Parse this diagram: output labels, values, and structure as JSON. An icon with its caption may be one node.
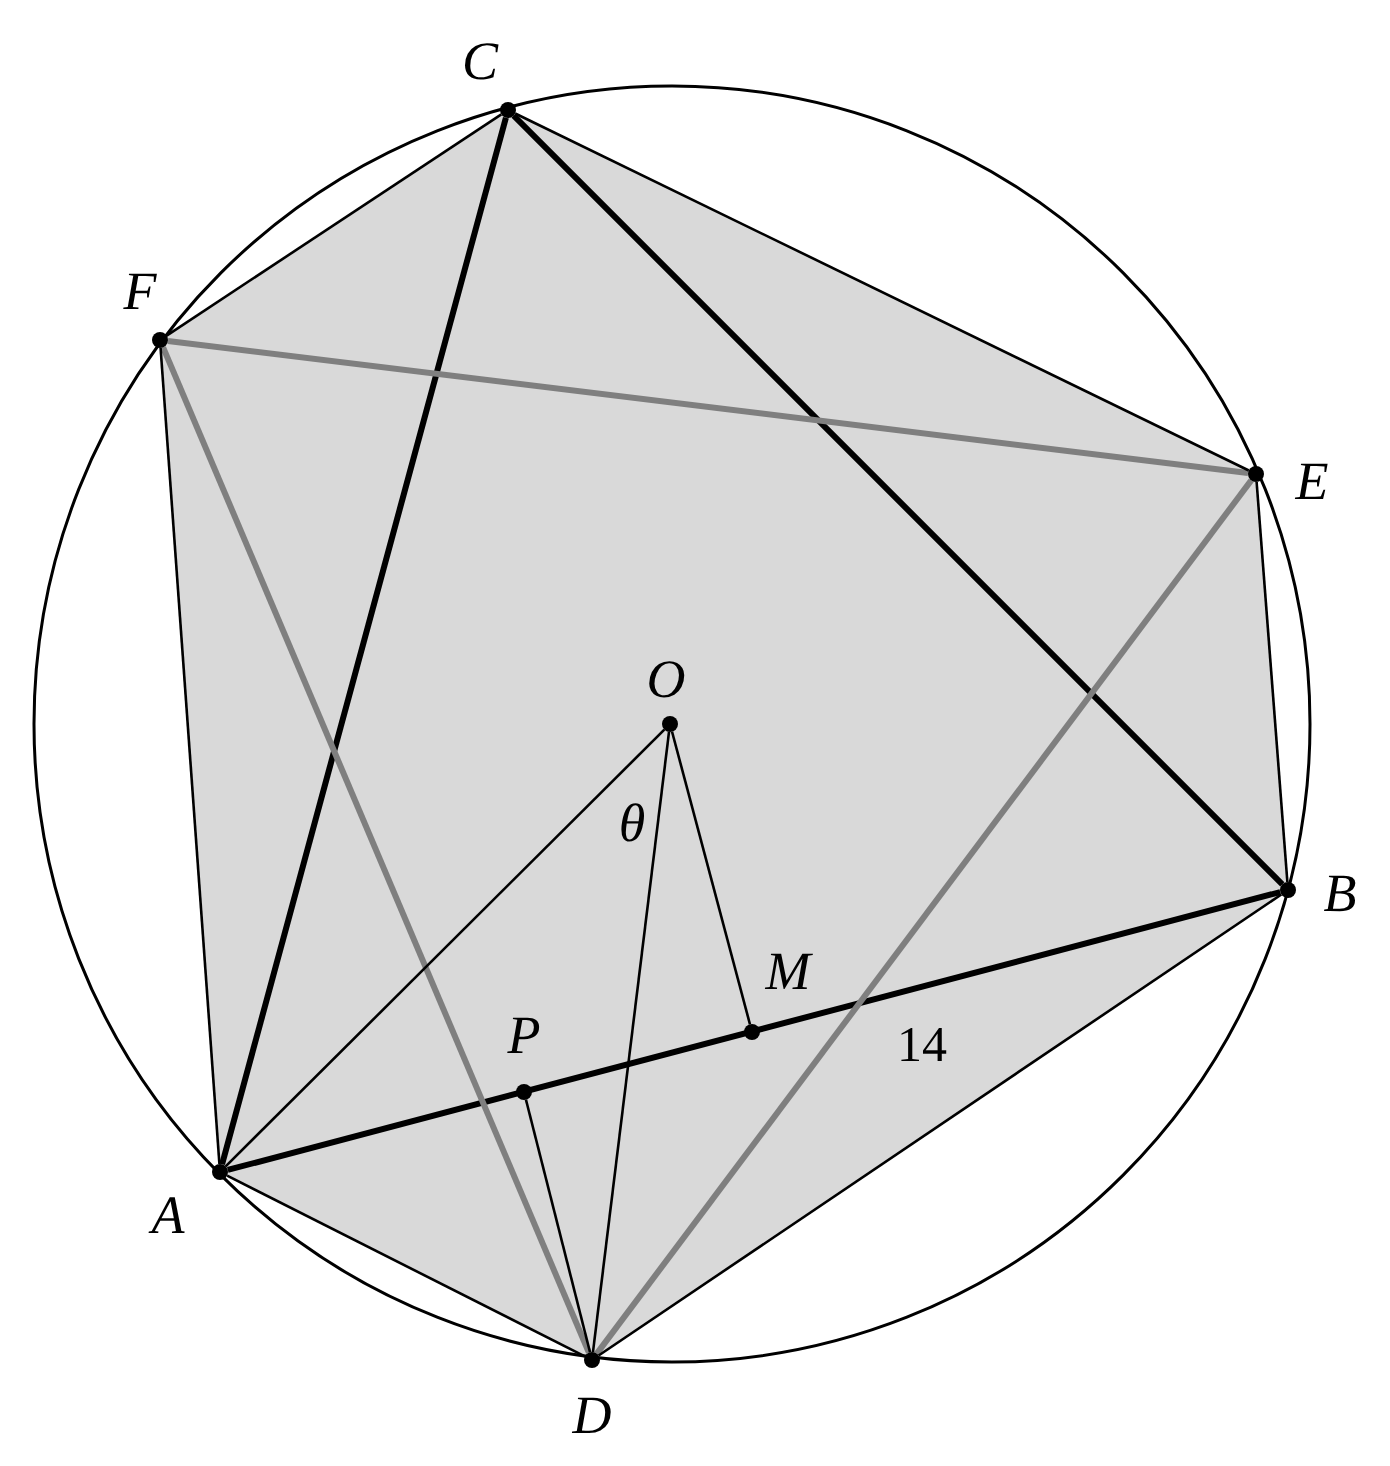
{
  "diagram": {
    "nodes": [
      {
        "text": [
          "C"
        ]
      },
      {
        "text": [
          "F"
        ]
      },
      {
        "text": [
          "E"
        ]
      },
      {
        "text": [
          "O"
        ]
      },
      {
        "text": [
          "B"
        ]
      },
      {
        "text": [
          "M"
        ]
      },
      {
        "text": [
          "P"
        ]
      },
      {
        "text": [
          "A"
        ]
      },
      {
        "text": [
          "D"
        ]
      }
    ],
    "edges": [
      {
        "from": 0,
        "to": 7,
        "arrow": "none",
        "style": "thick"
      },
      {
        "from": 0,
        "to": 4,
        "arrow": "none",
        "style": "thick"
      },
      {
        "from": 7,
        "to": 4,
        "arrow": "none",
        "style": "thick"
      },
      {
        "from": 1,
        "to": 2,
        "arrow": "none",
        "style": "thick",
        "color": "#7f7f7f"
      },
      {
        "from": 1,
        "to": 8,
        "arrow": "none",
        "style": "thick",
        "color": "#7f7f7f"
      },
      {
        "from": 2,
        "to": 8,
        "arrow": "none",
        "style": "thick",
        "color": "#7f7f7f"
      },
      {
        "from": 0,
        "to": 1,
        "arrow": "none"
      },
      {
        "from": 0,
        "to": 2,
        "arrow": "none"
      },
      {
        "from": 1,
        "to": 7,
        "arrow": "none"
      },
      {
        "from": 2,
        "to": 4,
        "arrow": "none"
      },
      {
        "from": 7,
        "to": 8,
        "arrow": "none"
      },
      {
        "from": 4,
        "to": 8,
        "arrow": "none"
      },
      {
        "from": 3,
        "to": 7,
        "arrow": "none"
      },
      {
        "from": 3,
        "to": 8,
        "arrow": "none"
      },
      {
        "from": 3,
        "to": 5,
        "arrow": "none"
      },
      {
        "from": 6,
        "to": 8,
        "arrow": "none"
      }
    ],
    "labels": [
      "θ",
      "14"
    ]
  }
}
